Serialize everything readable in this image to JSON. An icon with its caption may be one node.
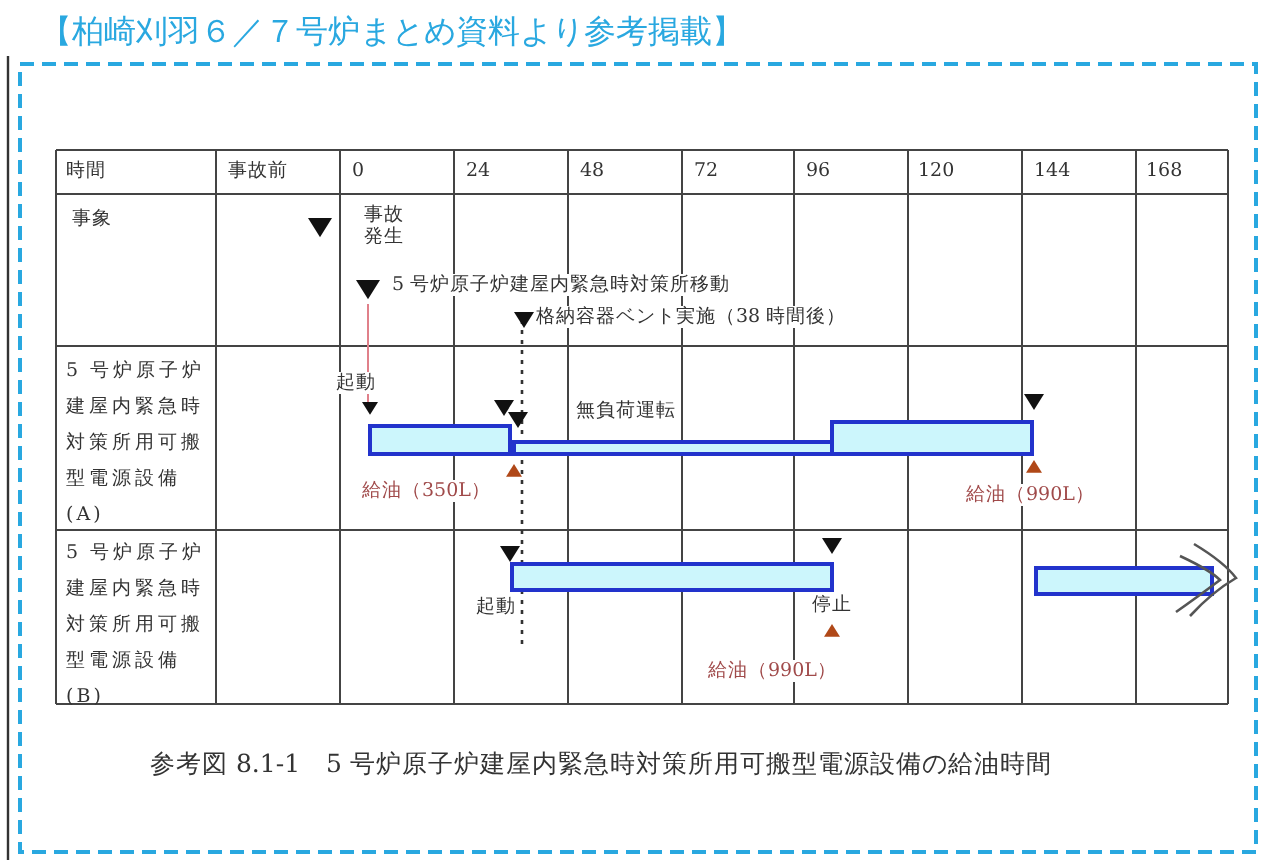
{
  "diagram": {
    "title": "【柏崎刈羽６／７号炉まとめ資料より参考掲載】",
    "caption": "参考図 8.1-1　5 号炉原子炉建屋内緊急時対策所用可搬型電源設備の給油時間",
    "labels": [
      "時間",
      "事故前",
      "0",
      "24",
      "48",
      "72",
      "96",
      "120",
      "144",
      "168",
      "事象",
      "事故発生",
      "5 号炉原子炉建屋内緊急時対策所移動",
      "格納容器ベント実施（38 時間後）",
      "5 号炉原子炉建屋内緊急時対策所用可搬型電源設備(A)",
      "起動",
      "無負荷運転",
      "給油（350L）",
      "給油（990L）",
      "5 号炉原子炉建屋内緊急時対策所用可搬型電源設備(B)",
      "起動",
      "停止",
      "給油（990L）"
    ]
  }
}
